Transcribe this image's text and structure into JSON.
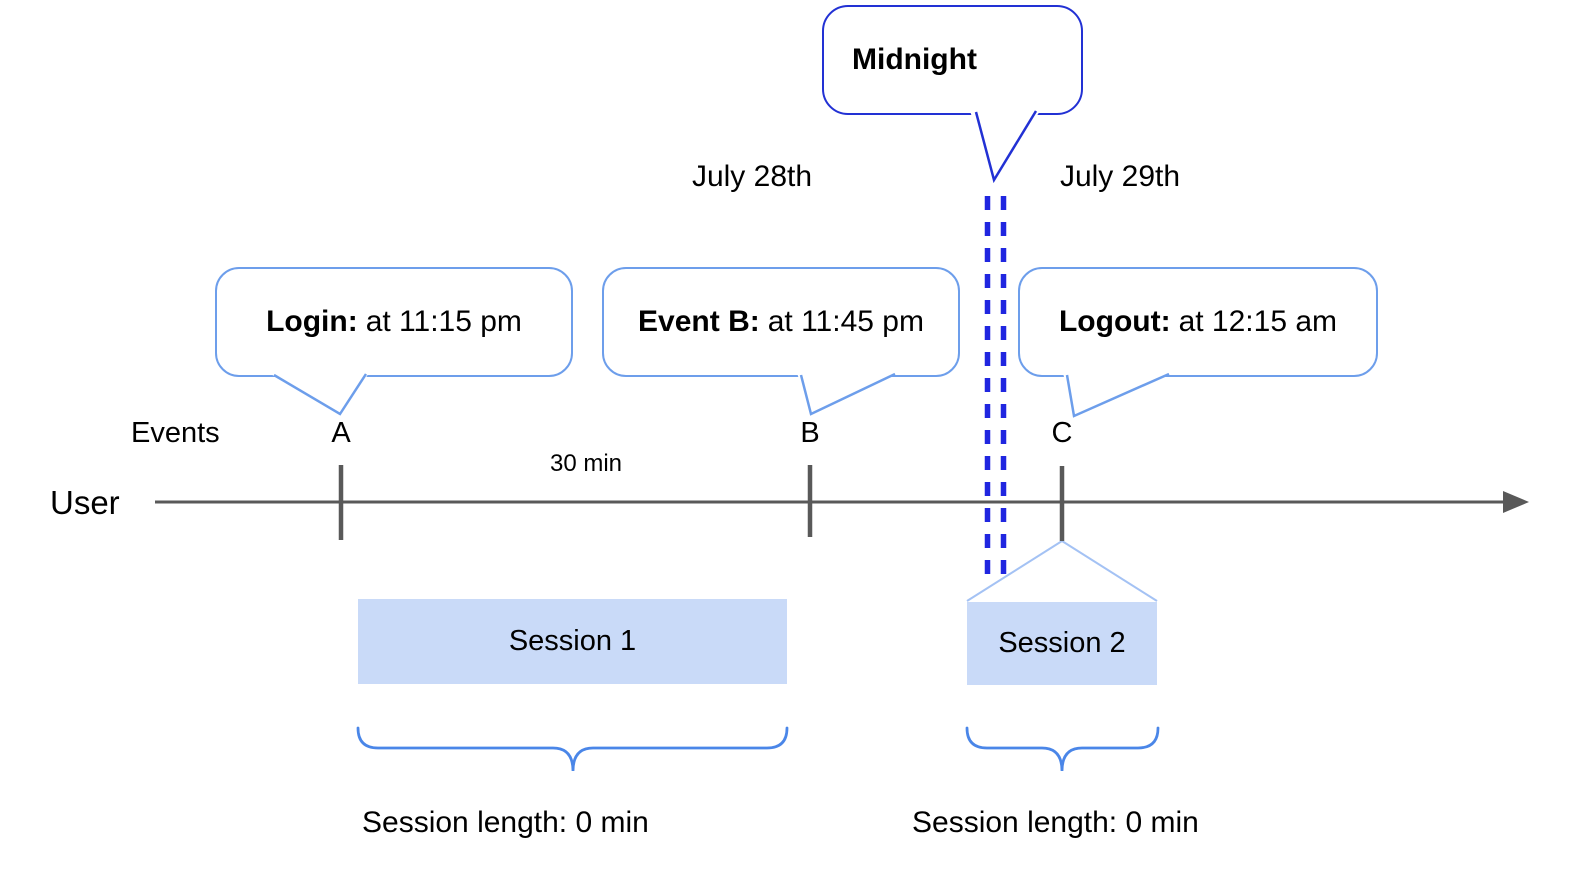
{
  "colors": {
    "midnight_blue": "#2231d4",
    "dash_blue": "#2026e0",
    "callout_blue": "#6d9eeb",
    "session_fill": "#c9daf8",
    "brace_blue": "#4a86e8",
    "diagonal_blue": "#a4c2f4",
    "axis_gray": "#595959"
  },
  "midnight": {
    "label": "Midnight"
  },
  "dates": {
    "left": "July 28th",
    "right": "July 29th"
  },
  "axis": {
    "events_label": "Events",
    "user_label": "User",
    "interval_label": "30 min"
  },
  "events": [
    {
      "marker": "A",
      "title": "Login:",
      "time": "at 11:15 pm"
    },
    {
      "marker": "B",
      "title": "Event B:",
      "time": "at 11:45 pm"
    },
    {
      "marker": "C",
      "title": "Logout:",
      "time": "at 12:15 am"
    }
  ],
  "sessions": [
    {
      "label": "Session 1",
      "length": "Session length: 0 min"
    },
    {
      "label": "Session 2",
      "length": "Session length: 0 min"
    }
  ]
}
